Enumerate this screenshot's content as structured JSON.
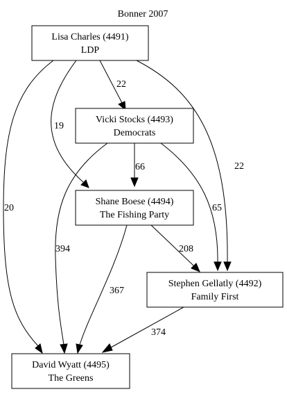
{
  "title": "Bonner 2007",
  "nodes": {
    "lisa": {
      "name": "Lisa Charles (4491)",
      "party": "LDP"
    },
    "vicki": {
      "name": "Vicki Stocks (4493)",
      "party": "Democrats"
    },
    "shane": {
      "name": "Shane Boese (4494)",
      "party": "The Fishing Party"
    },
    "stephen": {
      "name": "Stephen Gellatly (4492)",
      "party": "Family First"
    },
    "david": {
      "name": "David Wyatt (4495)",
      "party": "The Greens"
    }
  },
  "edges": [
    {
      "from": "Lisa Charles (4491)",
      "to": "Vicki Stocks (4493)",
      "label": "22"
    },
    {
      "from": "Lisa Charles (4491)",
      "to": "Shane Boese (4494)",
      "label": "19"
    },
    {
      "from": "Lisa Charles (4491)",
      "to": "Stephen Gellatly (4492)",
      "label": "22"
    },
    {
      "from": "Lisa Charles (4491)",
      "to": "David Wyatt (4495)",
      "label": "20"
    },
    {
      "from": "Vicki Stocks (4493)",
      "to": "Shane Boese (4494)",
      "label": "66"
    },
    {
      "from": "Vicki Stocks (4493)",
      "to": "Stephen Gellatly (4492)",
      "label": "65"
    },
    {
      "from": "Vicki Stocks (4493)",
      "to": "David Wyatt (4495)",
      "label": "394"
    },
    {
      "from": "Shane Boese (4494)",
      "to": "Stephen Gellatly (4492)",
      "label": "208"
    },
    {
      "from": "Shane Boese (4494)",
      "to": "David Wyatt (4495)",
      "label": "367"
    },
    {
      "from": "Stephen Gellatly (4492)",
      "to": "David Wyatt (4495)",
      "label": "374"
    }
  ]
}
